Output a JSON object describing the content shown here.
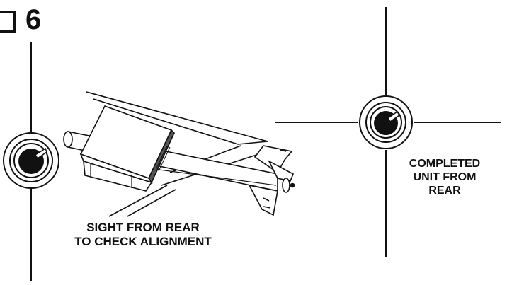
{
  "step": {
    "number": "6"
  },
  "captions": {
    "sight_line1": "SIGHT FROM REAR",
    "sight_line2": "TO CHECK ALIGNMENT",
    "completed_line1": "COMPLETED",
    "completed_line2": "UNIT FROM",
    "completed_line3": "REAR"
  },
  "colors": {
    "ink": "#111111",
    "paper": "#ffffff",
    "shade": "#555555"
  },
  "icons": [
    "checkbox-icon",
    "crosshair-target-icon",
    "rocket-body-icon",
    "alignment-block-icon"
  ]
}
